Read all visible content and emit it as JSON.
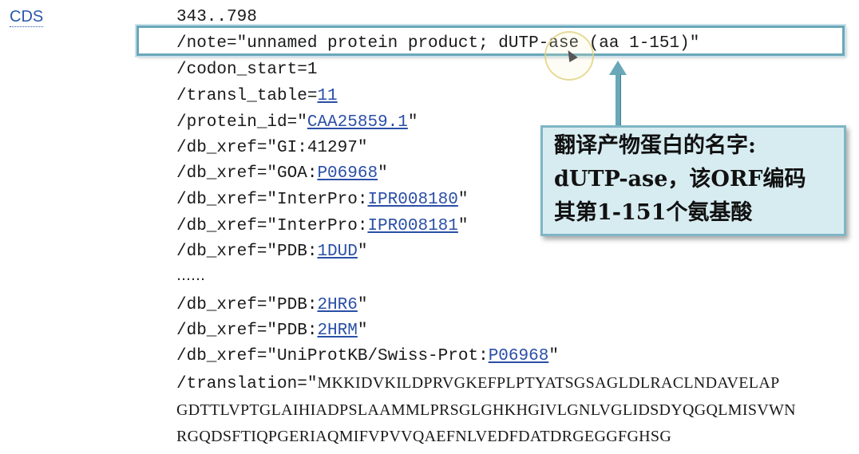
{
  "feature_key": "CDS",
  "location": "343..798",
  "note_prefix": "/note=\"",
  "note_value": "unnamed protein product; dUTP-ase (aa 1-151)",
  "note_suffix": "\"",
  "codon_start": "/codon_start=1",
  "transl_table_prefix": "/transl_table=",
  "transl_table_link": "11",
  "protein_id_prefix": "/protein_id=\"",
  "protein_id_link": "CAA25859.1",
  "quote": "\"",
  "xref_gi": "/db_xref=\"GI:41297\"",
  "xref_prefix": "/db_xref=\"",
  "goa_label": "GOA:",
  "goa_link": "P06968",
  "interpro_label": "InterPro:",
  "interpro_link_1": "IPR008180",
  "interpro_link_2": "IPR008181",
  "pdb_label": "PDB:",
  "pdb_link_1": "1DUD",
  "ellipsis": "……",
  "pdb_link_2": "2HR6",
  "pdb_link_3": "2HRM",
  "uniprot_label": "UniProtKB/Swiss-Prot:",
  "uniprot_link": "P06968",
  "translation_prefix": "/translation=\"",
  "translation_lines": [
    "MKKIDVKILDPRVGKEFPLPTYATSGSAGLDLRACLNDAVELAP",
    "GDTTLVPTGLAIHIADPSLAAMMLPRSGLGHKHGIVLGNLVGLIDSDYQGQLMISVWN",
    "RGQDSFTIQPGERIAQMIFVPVVQAEFNLVEDFDATDRGEGGFGHSG"
  ],
  "callout": {
    "line1": "翻译产物蛋白的名字:",
    "line2": "dUTP-ase，该ORF编码",
    "line3": "其第1-151个氨基酸"
  },
  "colors": {
    "link": "#2a4fa6",
    "highlight": "#6aa7b9",
    "callout_bg": "#d7ecf1"
  }
}
